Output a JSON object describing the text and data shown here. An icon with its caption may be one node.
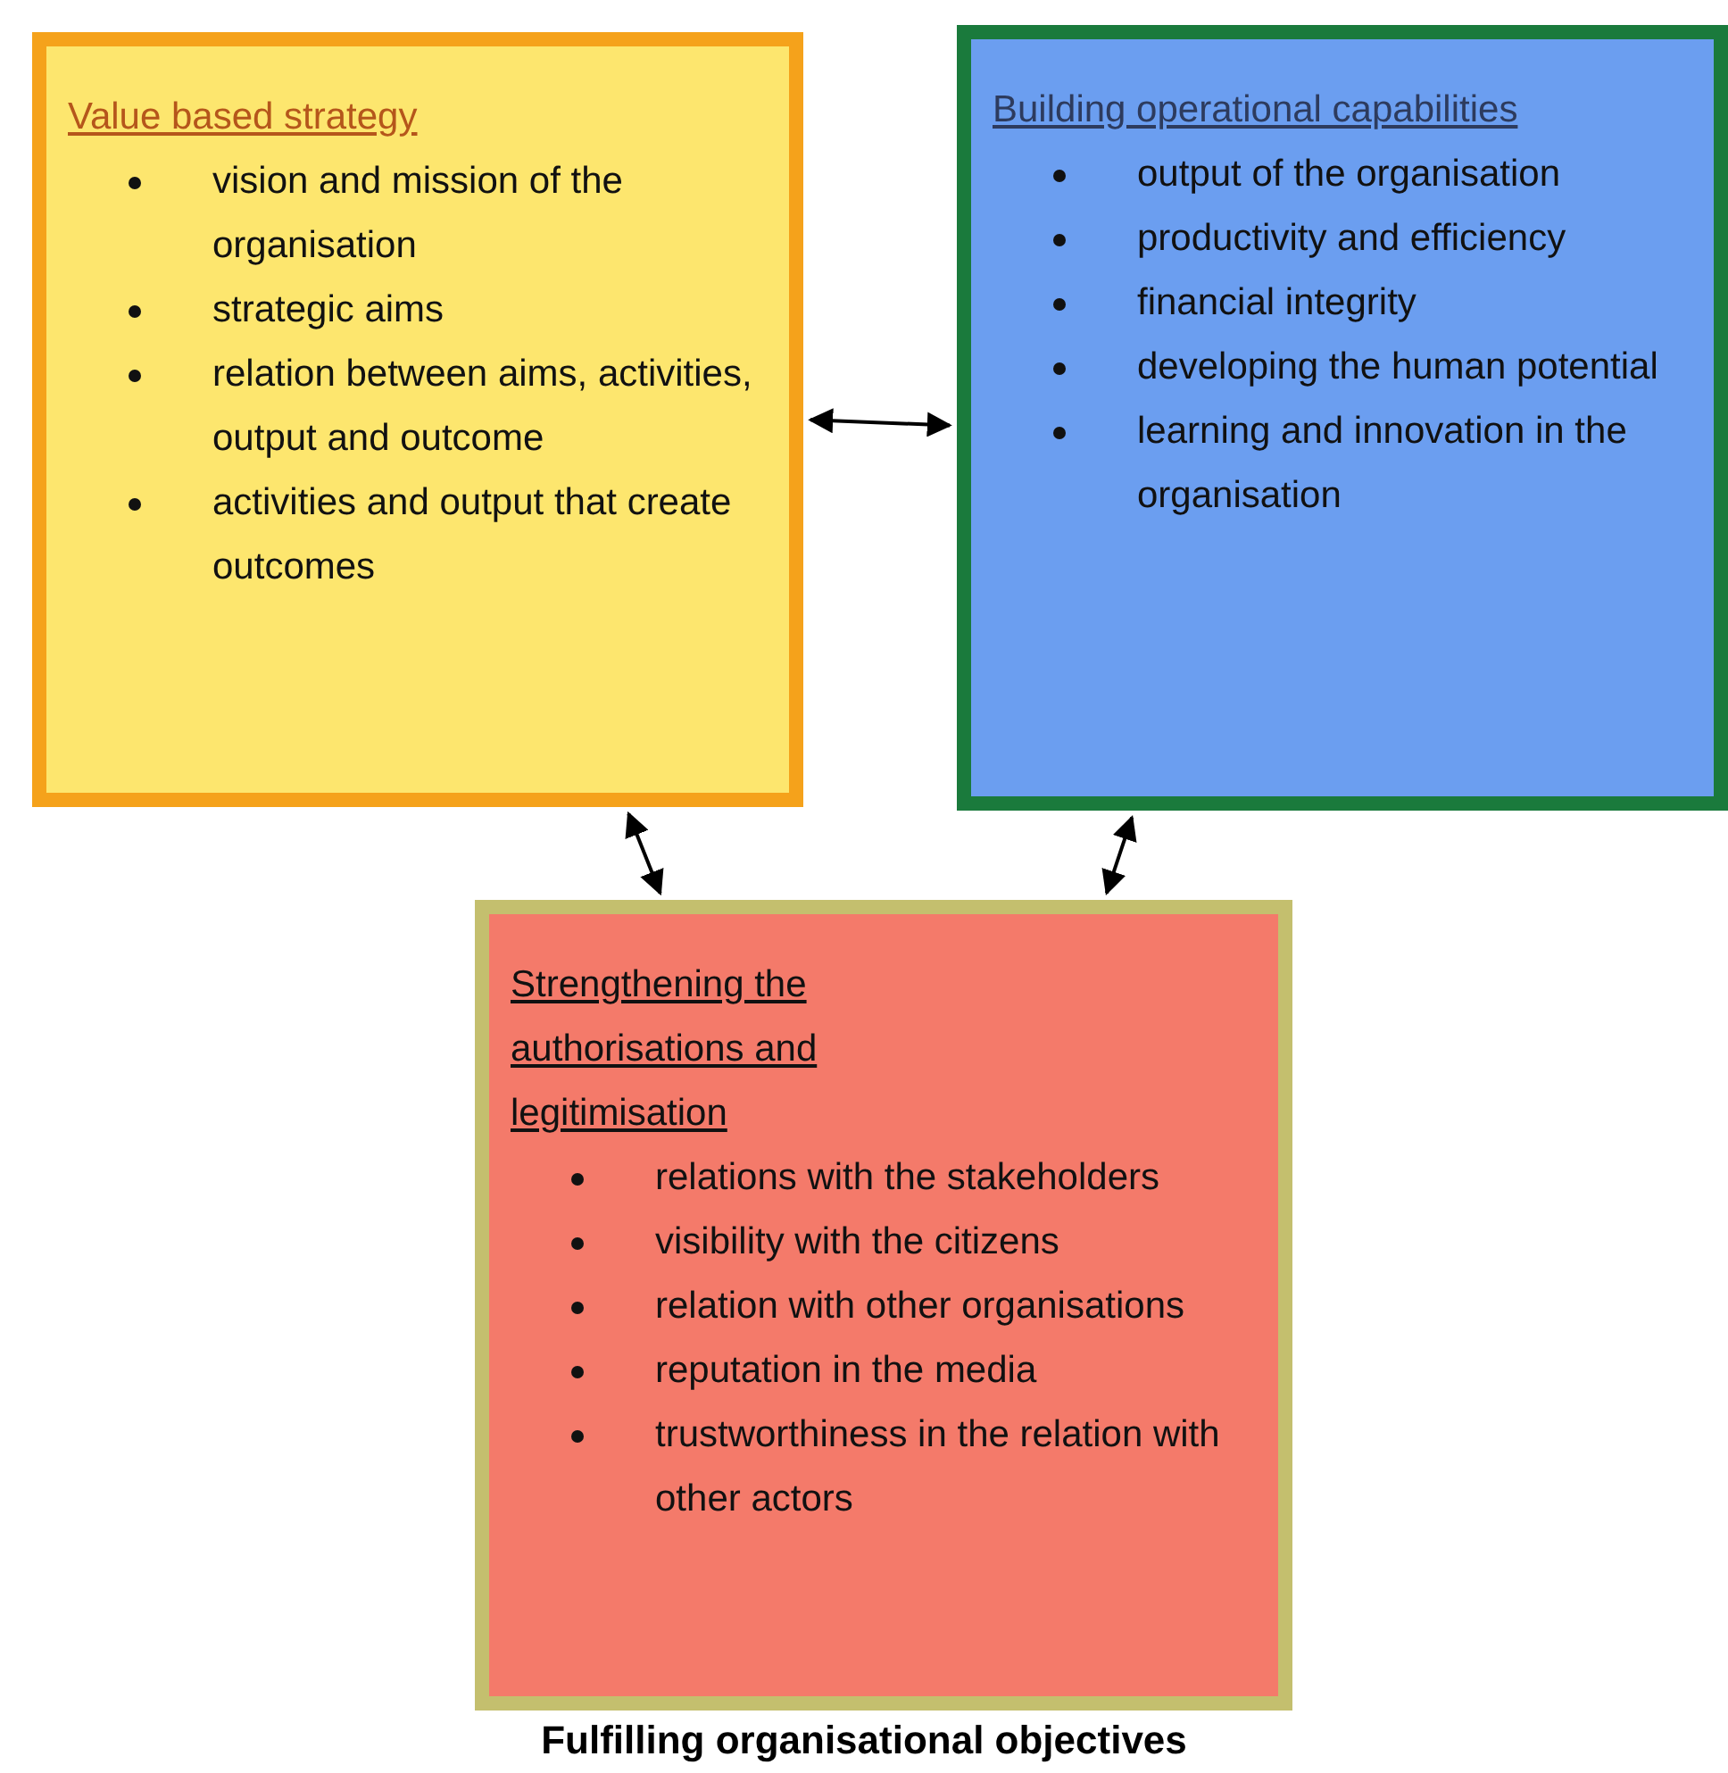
{
  "diagram": {
    "caption": "Fulfilling organisational objectives",
    "nodes": [
      {
        "text": [
          "Value based strategy",
          "vision and mission of the organisation",
          "strategic aims",
          "relation between aims, activities, output and outcome",
          "activities and output that create outcomes"
        ]
      },
      {
        "text": [
          "Building operational capabilities",
          "output of the organisation",
          "productivity and efficiency",
          "financial integrity",
          "developing the human potential",
          "learning and innovation in the organisation"
        ]
      },
      {
        "text": [
          "Strengthening the authorisations and legitimisation",
          "relations with the stakeholders",
          "visibility with the citizens",
          "relation with other organisations",
          "reputation in the media",
          "trustworthiness in the relation with other actors"
        ]
      }
    ],
    "edges": [
      {
        "from": 0,
        "to": 1,
        "arrow": "both"
      },
      {
        "from": 0,
        "to": 2,
        "arrow": "both"
      },
      {
        "from": 1,
        "to": 2,
        "arrow": "both"
      }
    ]
  }
}
